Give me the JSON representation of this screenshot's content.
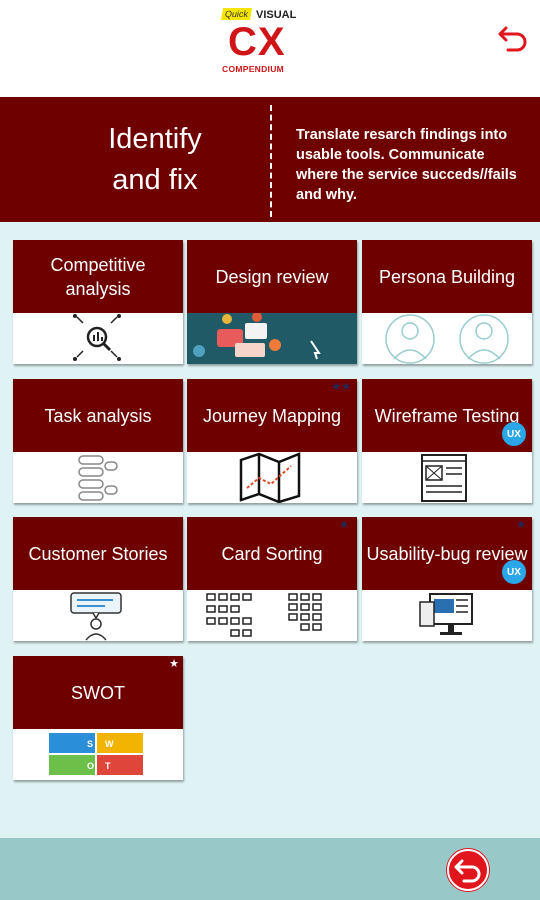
{
  "logo": {
    "quick": "Quick",
    "visual": "VISUAL",
    "cx": "CX",
    "compendium": "COMPENDIUM"
  },
  "banner": {
    "title_line1": "Identify",
    "title_line2": "and fix",
    "description": "Translate resarch findings into usable tools. Communicate where the service succeds//fails and why."
  },
  "cards": [
    {
      "label": "Competitive analysis",
      "icon": "magnifier-chart-icon"
    },
    {
      "label": "Design review",
      "icon": "design-collage-icon"
    },
    {
      "label": "Persona Building",
      "icon": "persona-outlines-icon"
    },
    {
      "label": "Task analysis",
      "icon": "flowchart-icon"
    },
    {
      "label": "Journey Mapping",
      "icon": "folded-map-icon",
      "stars": "★★"
    },
    {
      "label": "Wireframe Testing",
      "icon": "wireframe-icon",
      "badge": "UX"
    },
    {
      "label": "Customer Stories",
      "icon": "storyboard-icon"
    },
    {
      "label": "Card Sorting",
      "icon": "card-grid-icon",
      "stars": "★"
    },
    {
      "label": "Usability-bug review",
      "icon": "screens-icon",
      "badge": "UX",
      "stars": "★"
    },
    {
      "label": "SWOT",
      "icon": "swot-grid-icon",
      "stars": "★",
      "swot": [
        "S",
        "W",
        "O",
        "T"
      ]
    }
  ],
  "colors": {
    "maroon": "#6f0000",
    "background": "#dff3f5",
    "bottom_bar": "#98c9c8",
    "accent_red": "#e0161c",
    "badge_blue": "#2aa7e8"
  }
}
